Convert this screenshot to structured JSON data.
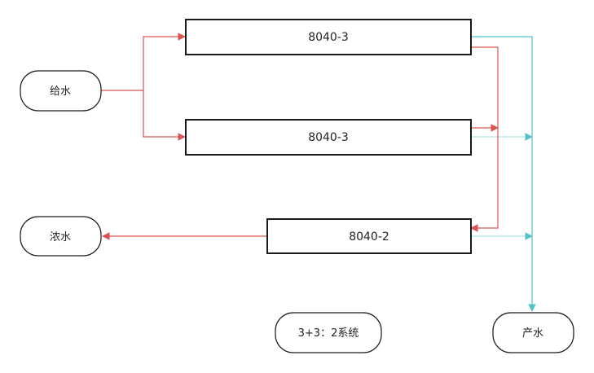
{
  "colors": {
    "feed_line": "#d9534f",
    "product_line": "#4fc3c9",
    "outline": "#1a1a1a"
  },
  "nodes": {
    "feed": "给水",
    "concentrate": "浓水",
    "product": "产水",
    "system": "3+3：2系统",
    "vessel_top": "8040-3",
    "vessel_middle": "8040-3",
    "vessel_bottom": "8040-2"
  }
}
